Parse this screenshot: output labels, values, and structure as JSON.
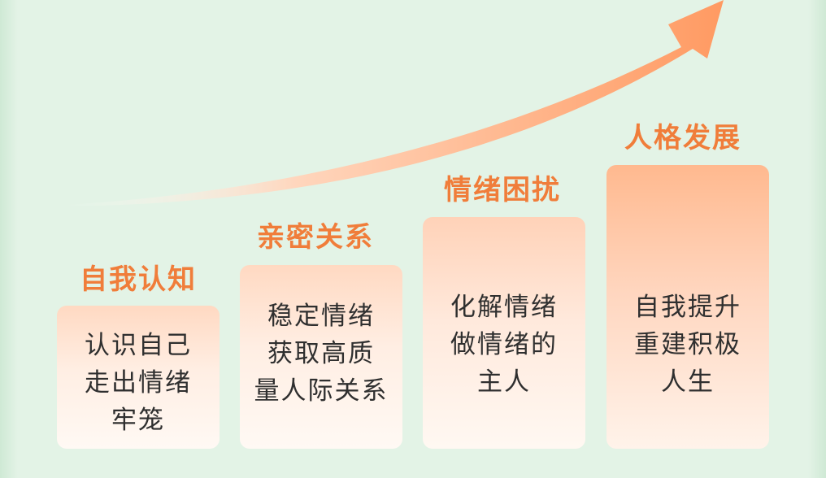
{
  "top_partial_text": "▌ ▔ ▔▔▔▔ ▔ ▔▔▔▔",
  "stages": [
    {
      "title": "自我认知",
      "lines": [
        "认识自己",
        "走出情绪",
        "牢笼"
      ]
    },
    {
      "title": "亲密关系",
      "lines": [
        "稳定情绪",
        "获取高质",
        "量人际关系"
      ]
    },
    {
      "title": "情绪困扰",
      "lines": [
        "化解情绪",
        "做情绪的",
        "主人"
      ]
    },
    {
      "title": "人格发展",
      "lines": [
        "自我提升",
        "重建积极",
        "人生"
      ]
    }
  ],
  "colors": {
    "title": "#f07d3a",
    "arrow": "#ff9a62",
    "text": "#2f2f2f",
    "border": "#d8eedd"
  }
}
